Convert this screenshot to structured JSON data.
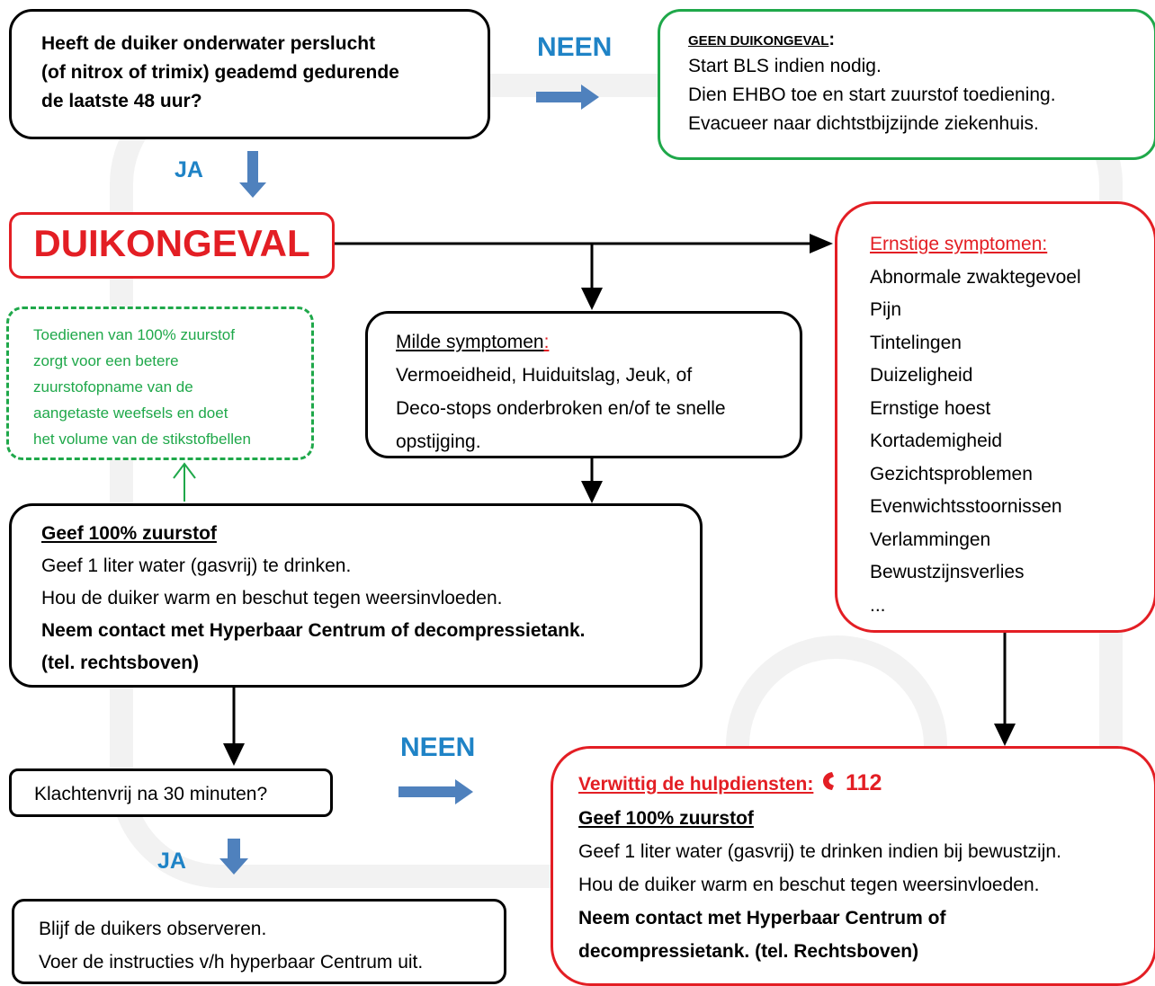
{
  "question_box": {
    "lines": [
      "Heeft de duiker onderwater perslucht",
      "(of nitrox of trimix) geademd gedurende",
      "de laatste 48 uur?"
    ]
  },
  "neen_top": "NEEN",
  "no_accident_box": {
    "title": "GEEN DUIKONGEVAL",
    "colon": ":",
    "lines": [
      "Start BLS indien nodig.",
      "Dien EHBO toe en start zuurstof toediening.",
      "Evacueer naar dichtstbijzijnde ziekenhuis."
    ]
  },
  "ja_top": "JA",
  "accident_box": {
    "title": "DUIKONGEVAL"
  },
  "oxygen_note": {
    "lines": [
      "Toedienen van 100% zuurstof",
      "zorgt voor een betere",
      "zuurstofopname van de",
      "aangetaste weefsels en doet",
      "het volume van de stikstofbellen"
    ]
  },
  "mild_box": {
    "title": "Milde symptomen",
    "colon": ":",
    "lines": [
      "Vermoeidheid, Huiduitslag, Jeuk, of",
      "Deco-stops onderbroken en/of te snelle",
      "opstijging."
    ]
  },
  "severe_box": {
    "title": "Ernstige symptomen:",
    "items": [
      "Abnormale zwaktegevoel",
      "Pijn",
      "Tintelingen",
      "Duizeligheid",
      "Ernstige hoest",
      "Kortademigheid",
      "Gezichtsproblemen",
      "Evenwichtsstoornissen",
      "Verlammingen",
      "Bewustzijnsverlies",
      "..."
    ]
  },
  "oxygen_box": {
    "title": "Geef 100% zuurstof",
    "lines": [
      "Geef 1 liter water (gasvrij) te drinken.",
      "Hou de duiker warm en beschut tegen weersinvloeden."
    ],
    "bold_lines": [
      "Neem contact met Hyperbaar Centrum of decompressietank.",
      "(tel. rechtsboven)"
    ]
  },
  "check_box": {
    "text": "Klachtenvrij na 30 minuten?"
  },
  "neen_bottom": "NEEN",
  "ja_bottom": "JA",
  "observe_box": {
    "lines": [
      "Blijf de duikers observeren.",
      "Voer de instructies v/h hyperbaar Centrum uit."
    ]
  },
  "emergency_box": {
    "title": "Verwittig de hulpdiensten:",
    "number": "112",
    "subtitle": "Geef 100% zuurstof",
    "lines": [
      "Geef 1 liter water (gasvrij) te drinken indien bij bewustzijn.",
      "Hou de duiker warm en beschut tegen weersinvloeden."
    ],
    "bold_lines": [
      "Neem contact met Hyperbaar Centrum of",
      "decompressietank. (tel. Rechtsboven)"
    ]
  },
  "colors": {
    "black": "#000000",
    "green": "#1fa84a",
    "red": "#e31e24",
    "blue": "#1f83c6",
    "arrow_blue": "#4f81bd"
  },
  "icons": {
    "phone": "phone-icon"
  }
}
